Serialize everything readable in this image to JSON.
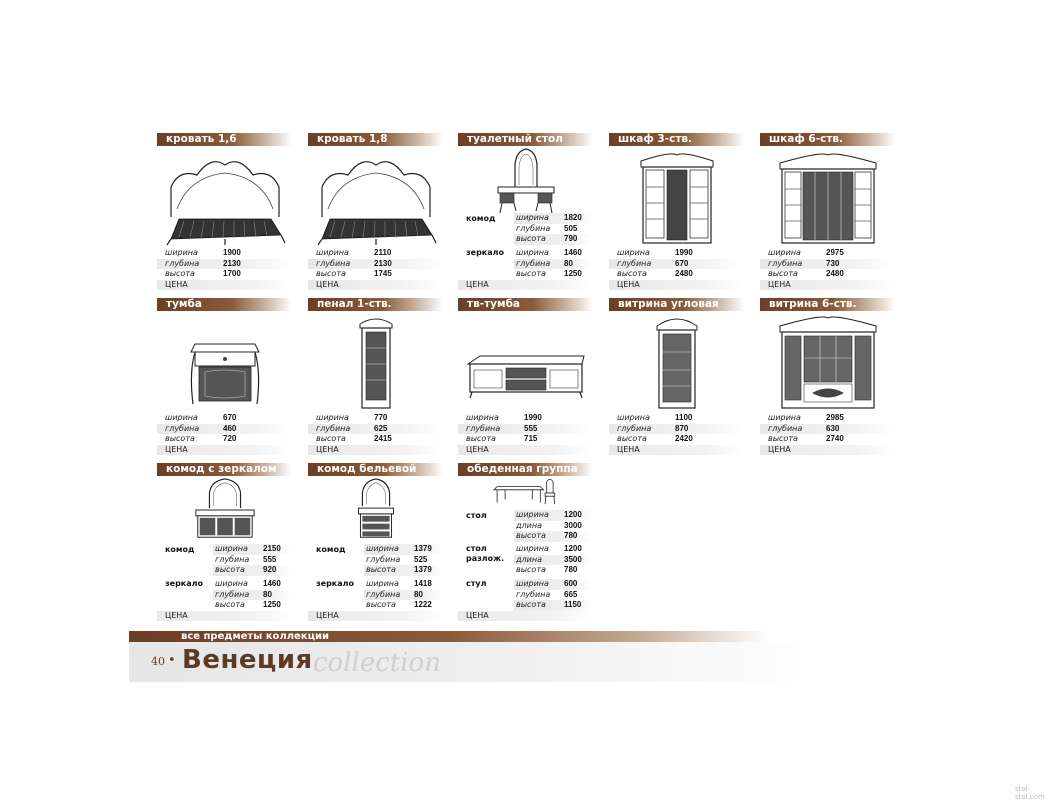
{
  "cards": [
    {
      "title": "кровать 1,6",
      "specs": [
        {
          "label": "ширина",
          "value": "1900"
        },
        {
          "label": "глубина",
          "value": "2130"
        },
        {
          "label": "высота",
          "value": "1700"
        }
      ],
      "price": "ЦЕНА"
    },
    {
      "title": "кровать 1,8",
      "specs": [
        {
          "label": "ширина",
          "value": "2110"
        },
        {
          "label": "глубина",
          "value": "2130"
        },
        {
          "label": "высота",
          "value": "1745"
        }
      ],
      "price": "ЦЕНА"
    },
    {
      "title": "туалетный стол",
      "groups": [
        {
          "name": "комод",
          "specs": [
            {
              "label": "ширина",
              "value": "1820"
            },
            {
              "label": "глубина",
              "value": "505"
            },
            {
              "label": "высота",
              "value": "790"
            }
          ]
        },
        {
          "name": "зеркало",
          "specs": [
            {
              "label": "ширина",
              "value": "1460"
            },
            {
              "label": "глубина",
              "value": "80"
            },
            {
              "label": "высота",
              "value": "1250"
            }
          ]
        }
      ],
      "price": "ЦЕНА"
    },
    {
      "title": "шкаф 3-ств.",
      "specs": [
        {
          "label": "ширина",
          "value": "1990"
        },
        {
          "label": "глубина",
          "value": "670"
        },
        {
          "label": "высота",
          "value": "2480"
        }
      ],
      "price": "ЦЕНА"
    },
    {
      "title": "шкаф 6-ств.",
      "specs": [
        {
          "label": "ширина",
          "value": "2975"
        },
        {
          "label": "глубина",
          "value": "730"
        },
        {
          "label": "высота",
          "value": "2480"
        }
      ],
      "price": "ЦЕНА"
    },
    {
      "title": "тумба",
      "specs": [
        {
          "label": "ширина",
          "value": "670"
        },
        {
          "label": "глубина",
          "value": "460"
        },
        {
          "label": "высота",
          "value": "720"
        }
      ],
      "price": "ЦЕНА"
    },
    {
      "title": "пенал 1-ств.",
      "specs": [
        {
          "label": "ширина",
          "value": "770"
        },
        {
          "label": "глубина",
          "value": "625"
        },
        {
          "label": "высота",
          "value": "2415"
        }
      ],
      "price": "ЦЕНА"
    },
    {
      "title": "тв-тумба",
      "specs": [
        {
          "label": "ширина",
          "value": "1990"
        },
        {
          "label": "глубина",
          "value": "555"
        },
        {
          "label": "высота",
          "value": "715"
        }
      ],
      "price": "ЦЕНА"
    },
    {
      "title": "витрина угловая",
      "specs": [
        {
          "label": "ширина",
          "value": "1100"
        },
        {
          "label": "глубина",
          "value": "870"
        },
        {
          "label": "высота",
          "value": "2420"
        }
      ],
      "price": "ЦЕНА"
    },
    {
      "title": "витрина 6-ств.",
      "specs": [
        {
          "label": "ширина",
          "value": "2985"
        },
        {
          "label": "глубина",
          "value": "630"
        },
        {
          "label": "высота",
          "value": "2740"
        }
      ],
      "price": "ЦЕНА"
    },
    {
      "title": "комод с зеркалом",
      "groups": [
        {
          "name": "комод",
          "specs": [
            {
              "label": "ширина",
              "value": "2150"
            },
            {
              "label": "глубина",
              "value": "555"
            },
            {
              "label": "высота",
              "value": "920"
            }
          ]
        },
        {
          "name": "зеркало",
          "specs": [
            {
              "label": "ширина",
              "value": "1460"
            },
            {
              "label": "глубина",
              "value": "80"
            },
            {
              "label": "высота",
              "value": "1250"
            }
          ]
        }
      ],
      "price": "ЦЕНА"
    },
    {
      "title": "комод бельевой",
      "groups": [
        {
          "name": "комод",
          "specs": [
            {
              "label": "ширина",
              "value": "1379"
            },
            {
              "label": "глубина",
              "value": "525"
            },
            {
              "label": "высота",
              "value": "1379"
            }
          ]
        },
        {
          "name": "зеркало",
          "specs": [
            {
              "label": "ширина",
              "value": "1418"
            },
            {
              "label": "глубина",
              "value": "80"
            },
            {
              "label": "высота",
              "value": "1222"
            }
          ]
        }
      ],
      "price": "ЦЕНА"
    },
    {
      "title": "обеденная группа",
      "groups": [
        {
          "name": "стол",
          "specs": [
            {
              "label": "ширина",
              "value": "1200"
            },
            {
              "label": "длина",
              "value": "3000"
            },
            {
              "label": "высота",
              "value": "780"
            }
          ]
        },
        {
          "name": "стол разлож.",
          "specs": [
            {
              "label": "ширина",
              "value": "1200"
            },
            {
              "label": "длина",
              "value": "3500"
            },
            {
              "label": "высота",
              "value": "780"
            }
          ]
        },
        {
          "name": "стул",
          "specs": [
            {
              "label": "ширина",
              "value": "600"
            },
            {
              "label": "глубина",
              "value": "665"
            },
            {
              "label": "высота",
              "value": "1150"
            }
          ]
        }
      ],
      "price": "ЦЕНА"
    }
  ],
  "footer": {
    "collection_label": "все предметы коллекции",
    "page_number": "40",
    "brand_title": "Венеция",
    "brand_sub": "collection"
  },
  "watermark": "stol-stol.com",
  "colors": {
    "accent": "#6b3f26",
    "accent_light": "#c9b29e",
    "shade": "#e8e8e8"
  }
}
